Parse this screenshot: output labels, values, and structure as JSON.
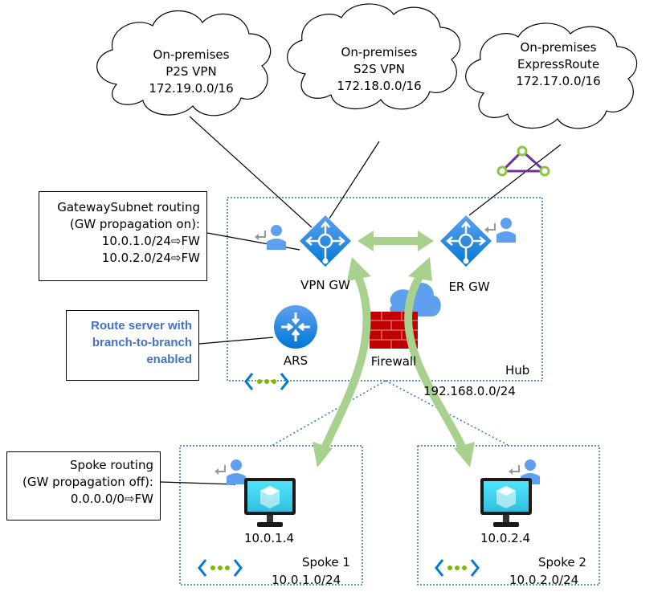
{
  "clouds": [
    {
      "id": "p2s",
      "lines": [
        "On-premises",
        "P2S VPN",
        "172.19.0.0/16"
      ]
    },
    {
      "id": "s2s",
      "lines": [
        "On-premises",
        "S2S VPN",
        "172.18.0.0/16"
      ]
    },
    {
      "id": "er",
      "lines": [
        "On-premises",
        "ExpressRoute",
        "172.17.0.0/16"
      ]
    }
  ],
  "callouts": {
    "gateway_subnet": [
      "GatewaySubnet routing",
      "(GW propagation on):",
      "10.0.1.0/24⇨FW",
      "10.0.2.0/24⇨FW"
    ],
    "route_server": [
      "Route server with",
      "branch-to-branch",
      "enabled"
    ],
    "spoke_routing": [
      "Spoke routing",
      "(GW propagation off):",
      "0.0.0.0/0⇨FW"
    ]
  },
  "hub": {
    "name": "Hub",
    "cidr": "192.168.0.0/24"
  },
  "nodes": {
    "vpn_gw": "VPN GW",
    "er_gw": "ER GW",
    "ars": "ARS",
    "firewall": "Firewall"
  },
  "spokes": [
    {
      "name": "Spoke 1",
      "cidr": "10.0.1.0/24",
      "vm": "10.0.1.4"
    },
    {
      "name": "Spoke 2",
      "cidr": "10.0.2.0/24",
      "vm": "10.0.2.4"
    }
  ],
  "colors": {
    "vnet_border": "#2e75b6",
    "arrow": "#a9d18e",
    "gateway": "#0078d4",
    "vm": "#50e6ff",
    "user": "#5ea0ef",
    "firewall": "#c00000",
    "circuit": "#7030a0",
    "circuit_node": "#8cc63f",
    "label_blue": "#4472c4"
  }
}
